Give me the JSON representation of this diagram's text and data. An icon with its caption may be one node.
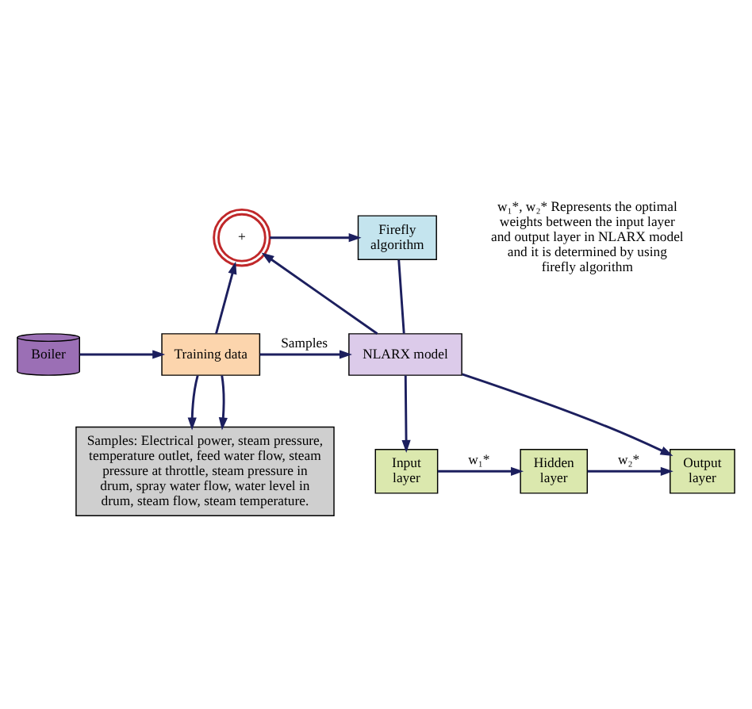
{
  "diagram": {
    "nodes": [
      {
        "text": [
          "Boiler"
        ]
      },
      {
        "text": [
          "Training data"
        ]
      },
      {
        "text": [
          "+"
        ]
      },
      {
        "text": [
          "Firefly algorithm"
        ]
      },
      {
        "text": [
          "NLARX model"
        ]
      },
      {
        "text": [
          "Input layer"
        ]
      },
      {
        "text": [
          "Hidden layer"
        ]
      },
      {
        "text": [
          "Output layer"
        ]
      },
      {
        "text": [
          "Samples: Electrical power, steam pressure, temperature outlet, feed water flow, steam pressure at throttle, steam pressure in drum, spray water flow, water level in drum, steam flow, steam temperature."
        ]
      }
    ],
    "edges": [
      {
        "from": 0,
        "to": 1,
        "arrow": "to"
      },
      {
        "from": 1,
        "to": 2,
        "arrow": "to"
      },
      {
        "from": 2,
        "to": 3,
        "arrow": "to"
      },
      {
        "from": 3,
        "to": 4,
        "arrow": "none"
      },
      {
        "from": 4,
        "to": 2,
        "arrow": "to"
      },
      {
        "from": 1,
        "to": 4,
        "arrow": "to",
        "label": "Samples"
      },
      {
        "from": 4,
        "to": 5,
        "arrow": "to"
      },
      {
        "from": 4,
        "to": 7,
        "arrow": "to"
      },
      {
        "from": 5,
        "to": 6,
        "arrow": "to",
        "label": "w₁*"
      },
      {
        "from": 6,
        "to": 7,
        "arrow": "to",
        "label": "w₂*"
      },
      {
        "from": 1,
        "to": 8,
        "arrow": "to"
      },
      {
        "from": 1,
        "to": 8,
        "arrow": "to"
      }
    ],
    "labels": [
      "w₁*, w₂* Represents the optimal weights between the input layer and output layer in NLARX model and it is determined by using firefly algorithm"
    ]
  }
}
